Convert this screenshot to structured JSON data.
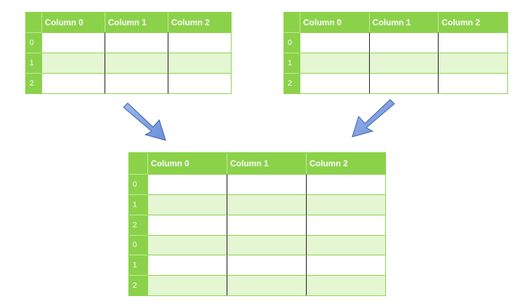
{
  "colors": {
    "header": "#8bd24a",
    "row_alt": "#e4f6d2",
    "arrow_fill": "#7b9de0",
    "arrow_stroke": "#3d5fa8"
  },
  "table_left": {
    "columns": [
      "Column 0",
      "Column 1",
      "Column 2"
    ],
    "rows": [
      "0",
      "1",
      "2"
    ]
  },
  "table_right": {
    "columns": [
      "Column 0",
      "Column 1",
      "Column 2"
    ],
    "rows": [
      "0",
      "1",
      "2"
    ]
  },
  "table_merged": {
    "columns": [
      "Column 0",
      "Column 1",
      "Column 2"
    ],
    "rows": [
      "0",
      "1",
      "2",
      "0",
      "1",
      "2"
    ]
  },
  "arrows": [
    {
      "name": "arrow-left-to-merged",
      "direction": "down-right"
    },
    {
      "name": "arrow-right-to-merged",
      "direction": "down-left"
    }
  ]
}
